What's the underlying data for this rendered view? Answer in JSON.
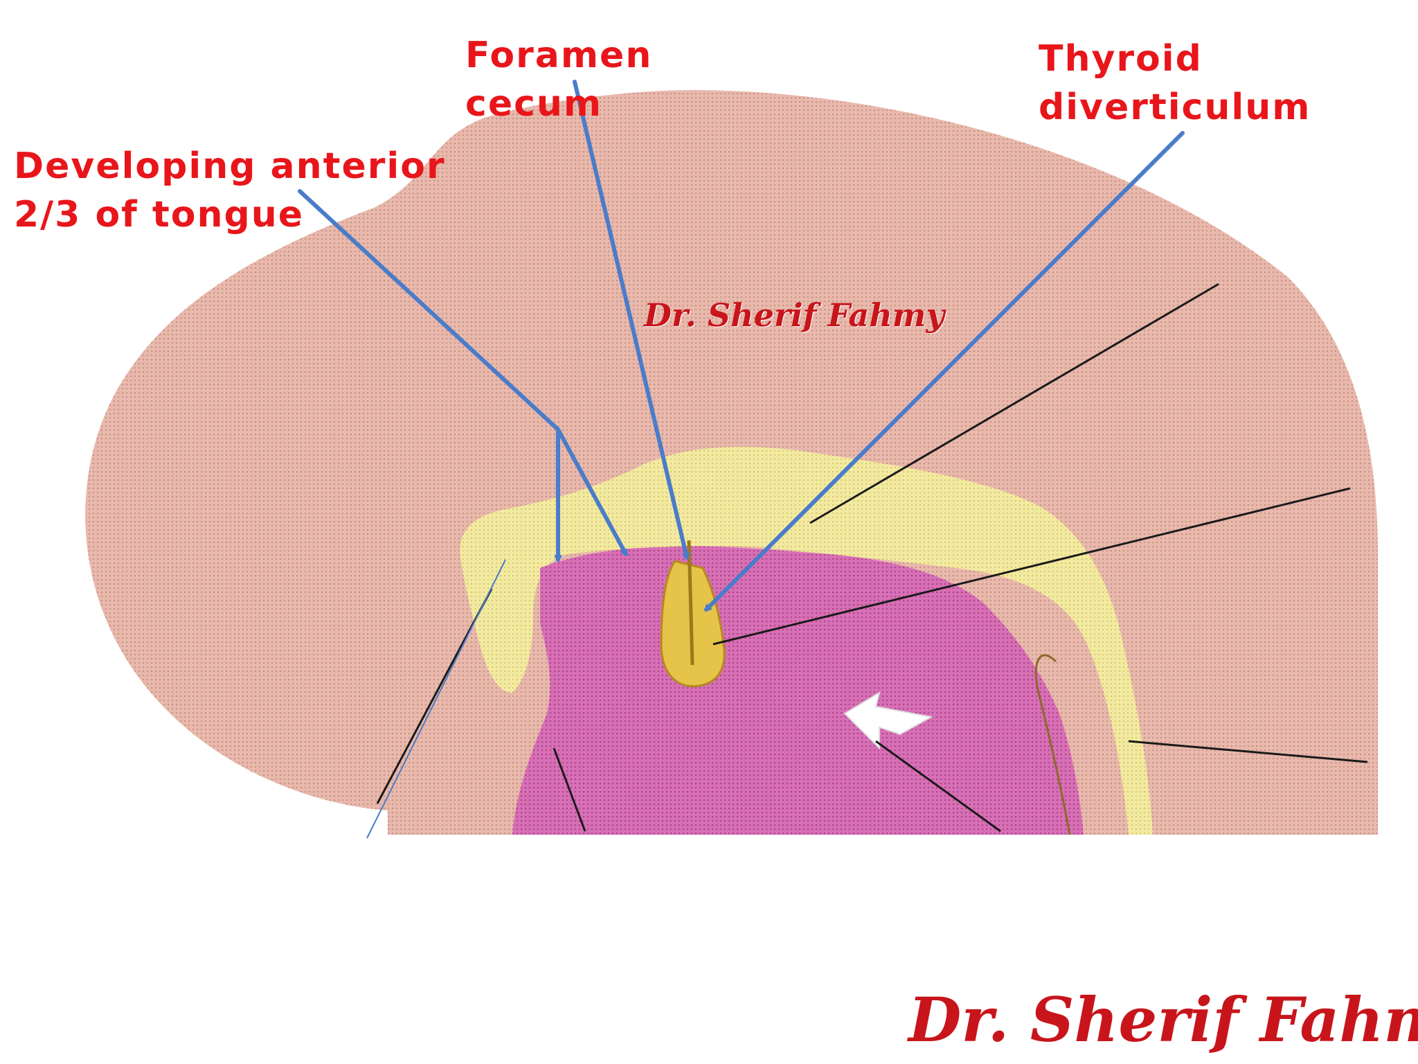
{
  "labels": {
    "foramen_cecum": "Foramen\ncecum",
    "thyroid_diverticulum": "Thyroid\ndiverticulum",
    "developing_tongue": "Developing anterior\n2/3 of tongue"
  },
  "watermarks": {
    "center": "Dr. Sherif Fahmy",
    "bottom": "Dr. Sherif Fahmy"
  },
  "colors": {
    "label_text": "#e8161b",
    "watermark_text": "#c8151b",
    "embryo_tissue": "#e6b3a6",
    "endoderm": "#f0e89c",
    "pharynx": "#d96fb4",
    "thyroid_bud": "#e6c44a",
    "pointer_blue": "#4a7cc9",
    "leader_line": "#1a1a1a"
  }
}
